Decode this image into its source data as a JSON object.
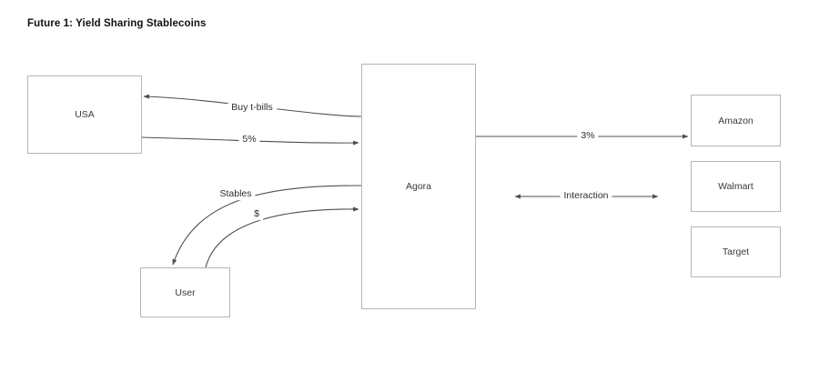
{
  "title": "Future 1: Yield Sharing Stablecoins",
  "nodes": {
    "usa": "USA",
    "agora": "Agora",
    "user": "User",
    "amazon": "Amazon",
    "walmart": "Walmart",
    "target": "Target"
  },
  "edges": {
    "buy_tbills": "Buy t-bills",
    "five_percent": "5%",
    "stables": "Stables",
    "dollar": "$",
    "three_percent": "3%",
    "interaction": "Interaction"
  },
  "colors": {
    "background": "#ffffff",
    "node_border": "#b5b5b5",
    "edge_stroke": "#4f4f4f",
    "title_text": "#111111",
    "node_text": "#3a3a3a",
    "edge_text": "#2e2e2e"
  }
}
